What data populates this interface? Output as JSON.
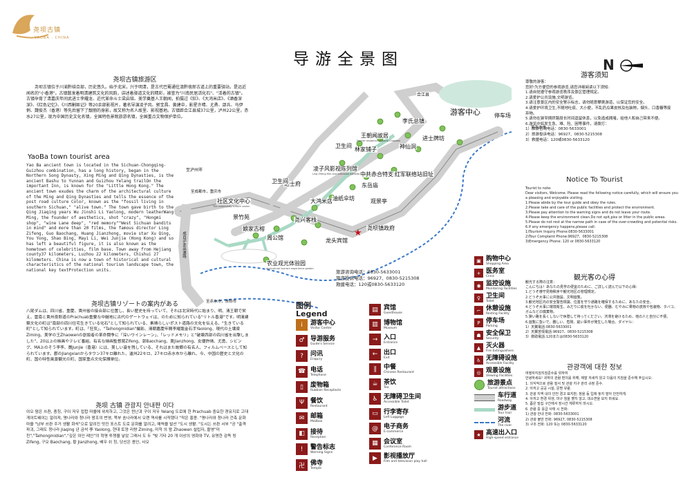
{
  "logo": {
    "text": "尧坝古镇",
    "sub": "YAOBA · CHINA"
  },
  "left": {
    "cn_title": "尧坝古镇旅游区",
    "cn_body": "尧坝古镇位于川渝黔结合部，历史悠久。始于北宋，兴于明清，是古代巴蜀通往滇黔夜郎古道上的重要驿站，是远近闻名的\"小香港\"。古镇散发着明清建筑文化的风韵，讲述着驿道文化的精彩，被誉为\"川南民居活化石\"、\"活着的古镇\"。古镇孕育了清嘉庆年间武进士李耀龙、近代革命斗士梁启铭、美学奠基人王朝闻，拍摄过《狂》、《大鸿米店》、《酒香深深》、《红色记忆》、《川西剿匪记》等20余部影视片，著名导演凌子风、郭宝昌、黄建中，影星许晴、尤勇、邵兵、马伊俐、魏俊杰（香港）等先后留下了靓丽的身影，故又称为名人故里、影视基地。古镇距合江县城37公里，泸州22公里，赤水27公里，现为中国历史文化名镇，全国特色景观旅游名镇，全国重点文物保护单位。",
    "en_title": "YaoBa town tourist area",
    "en_body": "Yao Ba ancient town is located in the Sichuan-Chongqing-Guizhou combination, has a long history, began in the Northern Song Dynasty, Xing Ming and Qing Dynasties, is the ancient Bashu to Yunnan and Guizhou Yelang trailOn the important Inn, is known for the \"Little Hong Kong.\" The ancient town exudes the charm of the architectural culture of the Ming and Qing Dynasties and tells the essence of the post road culture Color, known as the \"fossil living in southern Sichuan,\" \"alive town.\" The town gave birth to the Qing Jiaqing years Wu Jinshi Li Yaolong, modern leatherWang Ming, the founder of aesthetics, shot \"crazy\", \"Hongmi shop\", \"wine Lane deep\", \"red memory\"\"West Sichuan bandits in mind\" and more than 20 films, the famous director Ling Zifeng, Guo Baochang, Huang Jianzhong, movie star Xu Qing, You Yong, Shao Bing, Mayi Li, Wei Junjie (Hong Kong) and so has left a beautiful figure, it is also known as the hometown of celebrities, film base. Town away from Hejiang county37 kilometers, Luzhou 22 kilometers, Chishui 27 kilometers. China is now a town of historical and cultural characteristics of the national tourism landscape town, the national key textProtection units.",
    "jp_title": "尧坝古镇リゾートの案内がある",
    "jp_body": "八尾ダムは、四川省、重慶、貴州省の接合部に位置し、長い歴史を持っていて、それは北宋時代に始まり、明、清王朝で栄え、雲南と貴州夜郎道のPrachuab重要な中継地に古代のゲートウェイは、のために知られている\"リトル香港\"です。明清建築文化の町は\"南部の四川住宅生きている化石\"として知られている、素晴らしいポスト道路の文化を伝える、\"生きている町\"として知られています。町は、「狂気」、\"Taihongmidian\"撮影、清朝嘉慶年間李耀龍金石手Yaolong、現代の土壌梁Ziming、美学の王Zhaowenの創設者の革命闘争に「深いワインレーン」、「レッドメモリ」と\"破壊西部の四川省を出撃しました\"、20以上の映画やテレビ番組、有名な映画監督陵Zifeng、郭Baochang、黄Jianzhong、女優許晴、尤勇、シビング、MA上のそう李李、魏Junjie（香港）には、美しい姿を残している、それはまた故郷の有名人、フィルムベースとして知られています。郡のJiangxianからタウン37キロ離れた、瀘州22キロ、27キロ赤水市から離れ、今、中国の歴史と文化の町、国の特性風景観光の町、国家重点文化保護単位。",
    "kr_title": "尧坝 古镇 관광지 안내판 이다",
    "kr_body": "야오 댐은 쓰촨, 충칭, 구이 저우 접합 마을에 위치하고, 그것은 윈난과 구이 저우 Yelang 도로에 한 Prachuab 중요한 경유지로 고대 게이트웨이는 알려져, 명나라와 청나라 왕조의 번영, 북부 송나라에서 오랜 역사를 시작했다 \"작은 홍콩. \"명나라와 청나라 건축 문화 마을 \"남부 쓰촨 주거 생활 화석\"으로 알려진 멋진 포스트 도로 문화를 알려고, 매력을 발산 \"도시 생활. \"도시는 쓰촨 서부 \"공 \"출격 파괴, 그래도 청나라 Jiaqing 년 금석 李 Yaolong, 현대 토양 리량 Ziming, 미학 의 왕 Zhaowen 설립자, 촬영\"미친\",\"Taihongmidian\",\"깊은 와인 레인\"의 혁명 투쟁을 낳았 그래서 도 두 \"빛 기타 20 개 이상의 영화와 TV, 유명한 감독 링 Zifeng, 구오 Baochang, 황 Jianzhong, 배우 쉬 칭, 당신은 용인, 사오"
  },
  "map": {
    "title": "导游全景图",
    "compass": "N",
    "labels": [
      {
        "cn": "合江县",
        "en": ""
      },
      {
        "cn": "游客中心",
        "en": ""
      },
      {
        "cn": "停车场",
        "en": ""
      },
      {
        "cn": "王朝闻故居",
        "en": "Former residence of Wang Chaowen"
      },
      {
        "cn": "林家铺子",
        "en": ""
      },
      {
        "cn": "李氏总镇",
        "en": ""
      },
      {
        "cn": "神仙洞",
        "en": ""
      },
      {
        "cn": "进士牌坊",
        "en": ""
      },
      {
        "cn": "卫生间",
        "en": ""
      },
      {
        "cn": "凌子风影视陈列馆",
        "en": "Ling Zifeng film and television exhibition hall"
      },
      {
        "cn": "中共赤合特支旧址",
        "en": ""
      },
      {
        "cn": "红军联络站旧址",
        "en": ""
      },
      {
        "cn": "进士府",
        "en": ""
      },
      {
        "cn": "东岳庙",
        "en": ""
      },
      {
        "cn": "大鸿米店",
        "en": "Da Hong rice shop"
      },
      {
        "cn": "油纸伞坊",
        "en": ""
      },
      {
        "cn": "观景亭",
        "en": ""
      },
      {
        "cn": "社区文化中心",
        "en": "The community culture center"
      },
      {
        "cn": "尧兴客栈",
        "en": "Yaoxing Inn"
      },
      {
        "cn": "景竹苑",
        "en": ""
      },
      {
        "cn": "娘家古榕",
        "en": ""
      },
      {
        "cn": "周公馆",
        "en": "The Zhou House"
      },
      {
        "cn": "龙头宾馆",
        "en": ""
      },
      {
        "cn": "尧坝镇政府",
        "en": ""
      },
      {
        "cn": "农业观光体验园",
        "en": "Agricultural tourism experience garden"
      },
      {
        "cn": "卫生间",
        "en": ""
      },
      {
        "cn": "至泸州市",
        "en": ""
      }
    ],
    "roads": {
      "left_top": "至成都市，重庆市",
      "left_vertical": "成自泸赤高速路",
      "bottom": "至赤水市，贵阳市",
      "right": "至赤水市"
    },
    "phones": [
      "旅游咨询电话：0830-5633001",
      "旅游投诉电话：96927、0830-5215308",
      "救援电话：120或0830-5633120"
    ]
  },
  "legend": {
    "title_cn": "图例",
    "title_en": "Legend",
    "items": [
      {
        "cn": "游客中心",
        "en": "Visitor Center",
        "icon": "i"
      },
      {
        "cn": "导游服务",
        "en": "Guide's Service",
        "icon": "♂"
      },
      {
        "cn": "问讯",
        "en": "Enquiry",
        "icon": "?"
      },
      {
        "cn": "电话",
        "en": "Telephone",
        "icon": "☎"
      },
      {
        "cn": "废物箱",
        "en": "Rubbish Receptacle",
        "icon": "▯"
      },
      {
        "cn": "餐饮",
        "en": "Restaurant",
        "icon": "Ψ"
      },
      {
        "cn": "邮箱",
        "en": "Mailbox",
        "icon": "✉"
      },
      {
        "cn": "接待",
        "en": "Reception",
        "icon": "◧"
      },
      {
        "cn": "警告标志",
        "en": "Warning Signs",
        "icon": "!"
      },
      {
        "cn": "佛寺",
        "en": "Temple",
        "icon": "卍"
      },
      {
        "cn": "宾馆",
        "en": "Guesthouse",
        "icon": "▤"
      },
      {
        "cn": "博物馆",
        "en": "Museum",
        "icon": "▥"
      },
      {
        "cn": "入口",
        "en": "Entrance",
        "icon": "→"
      },
      {
        "cn": "出口",
        "en": "Exit",
        "icon": "←"
      },
      {
        "cn": "中餐",
        "en": "Chinese Restaurant",
        "icon": "∥"
      },
      {
        "cn": "茶饮",
        "en": "Tea",
        "icon": "☕"
      },
      {
        "cn": "无障碍卫生间",
        "en": "Accessible Toilet",
        "icon": "♿"
      },
      {
        "cn": "行李寄存",
        "en": "Left Luggage",
        "icon": "▭"
      },
      {
        "cn": "电子商务",
        "en": "E-commerce",
        "icon": "@"
      },
      {
        "cn": "会议室",
        "en": "Conference Room",
        "icon": "▦"
      },
      {
        "cn": "影视播放厅",
        "en": "Film and television play hall",
        "icon": "▶"
      },
      {
        "cn": "购物中心",
        "en": "Shopping Area",
        "icon": "▣"
      },
      {
        "cn": "医务室",
        "en": "Clinic",
        "icon": "+"
      },
      {
        "cn": "监控设施",
        "en": "Monitoring Facilities",
        "icon": "◉"
      },
      {
        "cn": "卫生间",
        "en": "Toilet",
        "icon": "♀"
      },
      {
        "cn": "休憩设施",
        "en": "Resting Facility",
        "icon": "⌐"
      },
      {
        "cn": "停车场",
        "en": "Parking",
        "icon": "P"
      },
      {
        "cn": "安全保卫",
        "en": "Security",
        "icon": "☗"
      },
      {
        "cn": "灭火器",
        "en": "Fire Extinguishers",
        "icon": "▲"
      },
      {
        "cn": "无障碍设施",
        "en": "Accessible Facility",
        "icon": "♿"
      },
      {
        "cn": "观景设施",
        "en": "Viewing Facilities",
        "icon": "◎"
      },
      {
        "cn": "旅游景点",
        "en": "Tourist attractions",
        "icon": "●"
      },
      {
        "cn": "车行道",
        "en": "Roadway",
        "icon": ""
      },
      {
        "cn": "游步道",
        "en": "Tour trail",
        "icon": ""
      },
      {
        "cn": "河流",
        "en": "The river",
        "icon": ""
      },
      {
        "cn": "高速出入口",
        "en": "High-speed entrance",
        "icon": "★"
      }
    ]
  },
  "right": {
    "cn_title": "游客须知",
    "cn_body": "尊敬的游客：\n您好!为方便您的参观游览,请您详细阅读以下须知:\n1.请自觉遵守参观游览秩序及景区管理规定。\n2.请爱护公共设施,文明游览。\n3.请注意景区内的安全警示标志，请勿随意攀爬游道，以保证您的安全。\n4.请爱护环境卫生,不随地吐痰、大小便，不乱扔瓜果皮核及包装物，烟头、口香糖等废弃物。\n5.请勿在狭窄拥挤路段长时间逗留休息，以免造成拥堵，给他人和自己带来不便。\n6.游览中如发生急、难、险、困等事件，请拨打：\n1）旅游咨询电话：0830-5633001\n2）旅游投诉电话：96927、0830-5215308\n3）救援电话：120或0830-5633120",
    "en_title": "Notice To Tourist",
    "en_body": "Tourist to note:\nDear visitors, Welcome. Please read the following notice carefully, which will ensure you a pleasing and enjoyable visiting.\n1.Please abide by the tour guide and obey the rules.\n2.Please take and care of the public facilities and protect the environment.\n3.Please pay attention to the warning signs and do not leave your route.\n4.Please keep the environment clean.Do not spit,piss or litter in the public areas.\n5.Please do not rest at the narrow path in case of the over-crowding and potential risks.\n6.If any emergency happens,please call:\n1)Tourism Inquiry Phone:0830-5633001\n2)Tour Complaint Phone:96927、0830-5215308\n3)Emergency Phone: 120 or 0830-5633120",
    "jp_title": "観光客の心得",
    "jp_body": "観光する際の注意：\nこんにちは！あなたの見学の便宜のために、ご詳しく読んで以下の心得：\n1.どうぞ遵守見物秩序や観光地区の管理規定。\n2.どうぞ大事に公共施設、文明遊覧。\n3.観光地区内の安全警告標識、位置を守り通路を確保するために、あなたの安全。\n4.どうぞ大事に環境衛生、みだりに痰を吐かない、便器、むやみに果物の皮核や包装物、タバコ、ガムなどの廃棄物。\n5.狭い路を長くしないで休憩して待ってください。渋滞を避けるため、他の人と自分に不便。\n6.遊覧に急いで、難しい、危険、窮い事件が発生した場合、ダイヤル：\n1）天翼電話:0830-5633001\n2）天翼苦情電話:96927、0830-5215308\n3）救助電話:120または0830-5633120",
    "kr_title": "관광객에 대한 정보",
    "kr_body": "여행자지침지침준수를 위하여\n안녕하세요! 귀하의 관람 편의를 위해, 제발 자세히 읽고 다음의 지침을 준수해 주십시오:\n1. 의식적으로 관람 질서 및 관광 지구 관리 규정 준수.\n2. 아끼고 공공 시설, 문명 유람.\n3. 관광 지역 내의 안전 경고 표지판, 정을 등 입에 놓지 말아 안전하게.\n4. 아끼고 환경 위생, 마구 침을 뱉지 않고, 대소변을 보지 마세요.\n5. 좁은 밀집 구간에서 장시간 체류하지 마시오.\n6. 관람 중 응급 사태 시 전화:\n1) 관광 안내 전화: 0830-5633001\n2) 관광 불만 전화: 96927, 0830-5215308\n3) 구조 전화: 120 또는 0830-5633120"
  },
  "colors": {
    "accent": "#8b1a1a",
    "green": "#7fc25a",
    "teal": "#cfe8de",
    "river": "#3a78c9",
    "road": "#dadada"
  }
}
